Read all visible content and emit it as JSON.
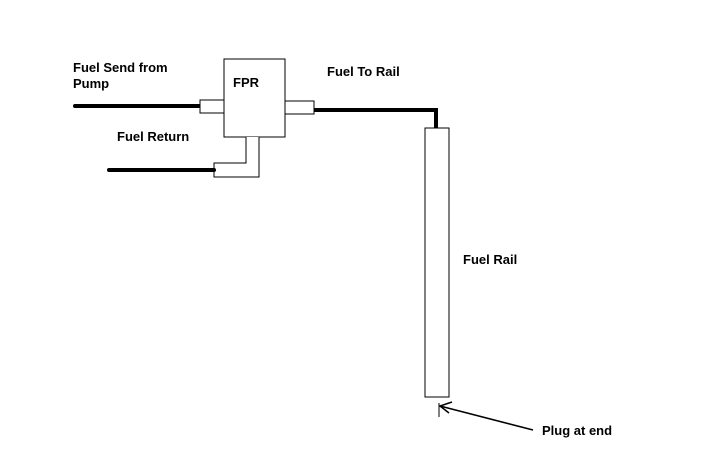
{
  "diagram": {
    "labels": {
      "fuel_send_line1": "Fuel Send from",
      "fuel_send_line2": "Pump",
      "fpr": "FPR",
      "fuel_to_rail": "Fuel To Rail",
      "fuel_return": "Fuel Return",
      "fuel_rail": "Fuel Rail",
      "plug_at_end": "Plug at end"
    },
    "colors": {
      "line": "#000000",
      "background": "#ffffff"
    }
  }
}
